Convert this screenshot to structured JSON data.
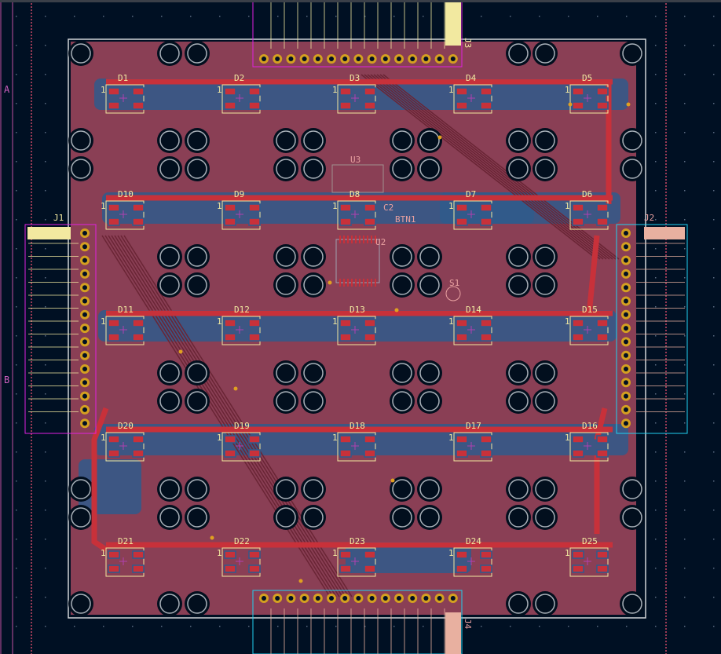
{
  "sheet_rows": [
    "A",
    "B"
  ],
  "connectors": {
    "j1": "J1",
    "j2": "J2",
    "j3": "J3",
    "j4": "J4"
  },
  "leds": [
    [
      "D1",
      "D2",
      "D3",
      "D4",
      "D5"
    ],
    [
      "D10",
      "D9",
      "D8",
      "D7",
      "D6"
    ],
    [
      "D11",
      "D12",
      "D13",
      "D14",
      "D15"
    ],
    [
      "D20",
      "D19",
      "D18",
      "D17",
      "D16"
    ],
    [
      "D21",
      "D22",
      "D23",
      "D24",
      "D25"
    ]
  ],
  "pin1_label": "1",
  "parts": {
    "u3": "U3",
    "btn1": "BTN1",
    "u2": "U2",
    "s1": "S1",
    "c2": "C2"
  },
  "colors": {
    "background": "#001023",
    "board": "#8a3f55",
    "copper_back": "#2f5a8c",
    "trace": "#c8313a",
    "outline": "#d0d4d8",
    "silk": "#f2e9a0"
  }
}
